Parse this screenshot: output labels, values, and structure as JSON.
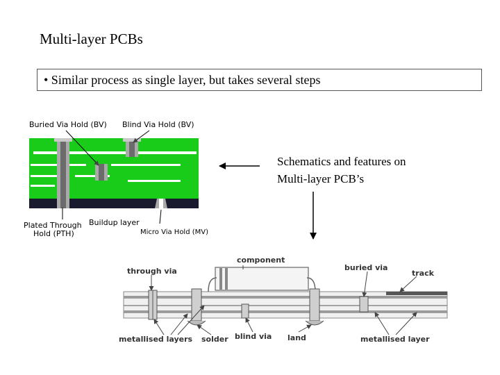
{
  "slide": {
    "title": "Multi-layer PCBs",
    "bullet": "• Similar process as single layer, but takes several steps",
    "caption_line1": "Schematics and features on",
    "caption_line2": "Multi-layer PCB’s"
  },
  "top_diagram": {
    "labels": {
      "buried_via": "Buried Via Hold (BV)",
      "blind_via": "Blind Via Hold (BV)",
      "plated_through_1": "Plated Through",
      "plated_through_2": "Hold (PTH)",
      "buildup": "Buildup layer",
      "micro_via": "Micro Via Hold (MV)"
    },
    "colors": {
      "board": "#19cc19",
      "layer": "#ffffff",
      "base": "#1a1a2e",
      "via": "#a9a9a9"
    }
  },
  "bottom_diagram": {
    "labels": {
      "through_via": "through via",
      "component": "component",
      "buried_via": "buried via",
      "track": "track",
      "metallised_layers": "metallised layers",
      "solder": "solder",
      "blind_via": "blind via",
      "land": "land",
      "metallised_layer": "metallised layer"
    }
  }
}
